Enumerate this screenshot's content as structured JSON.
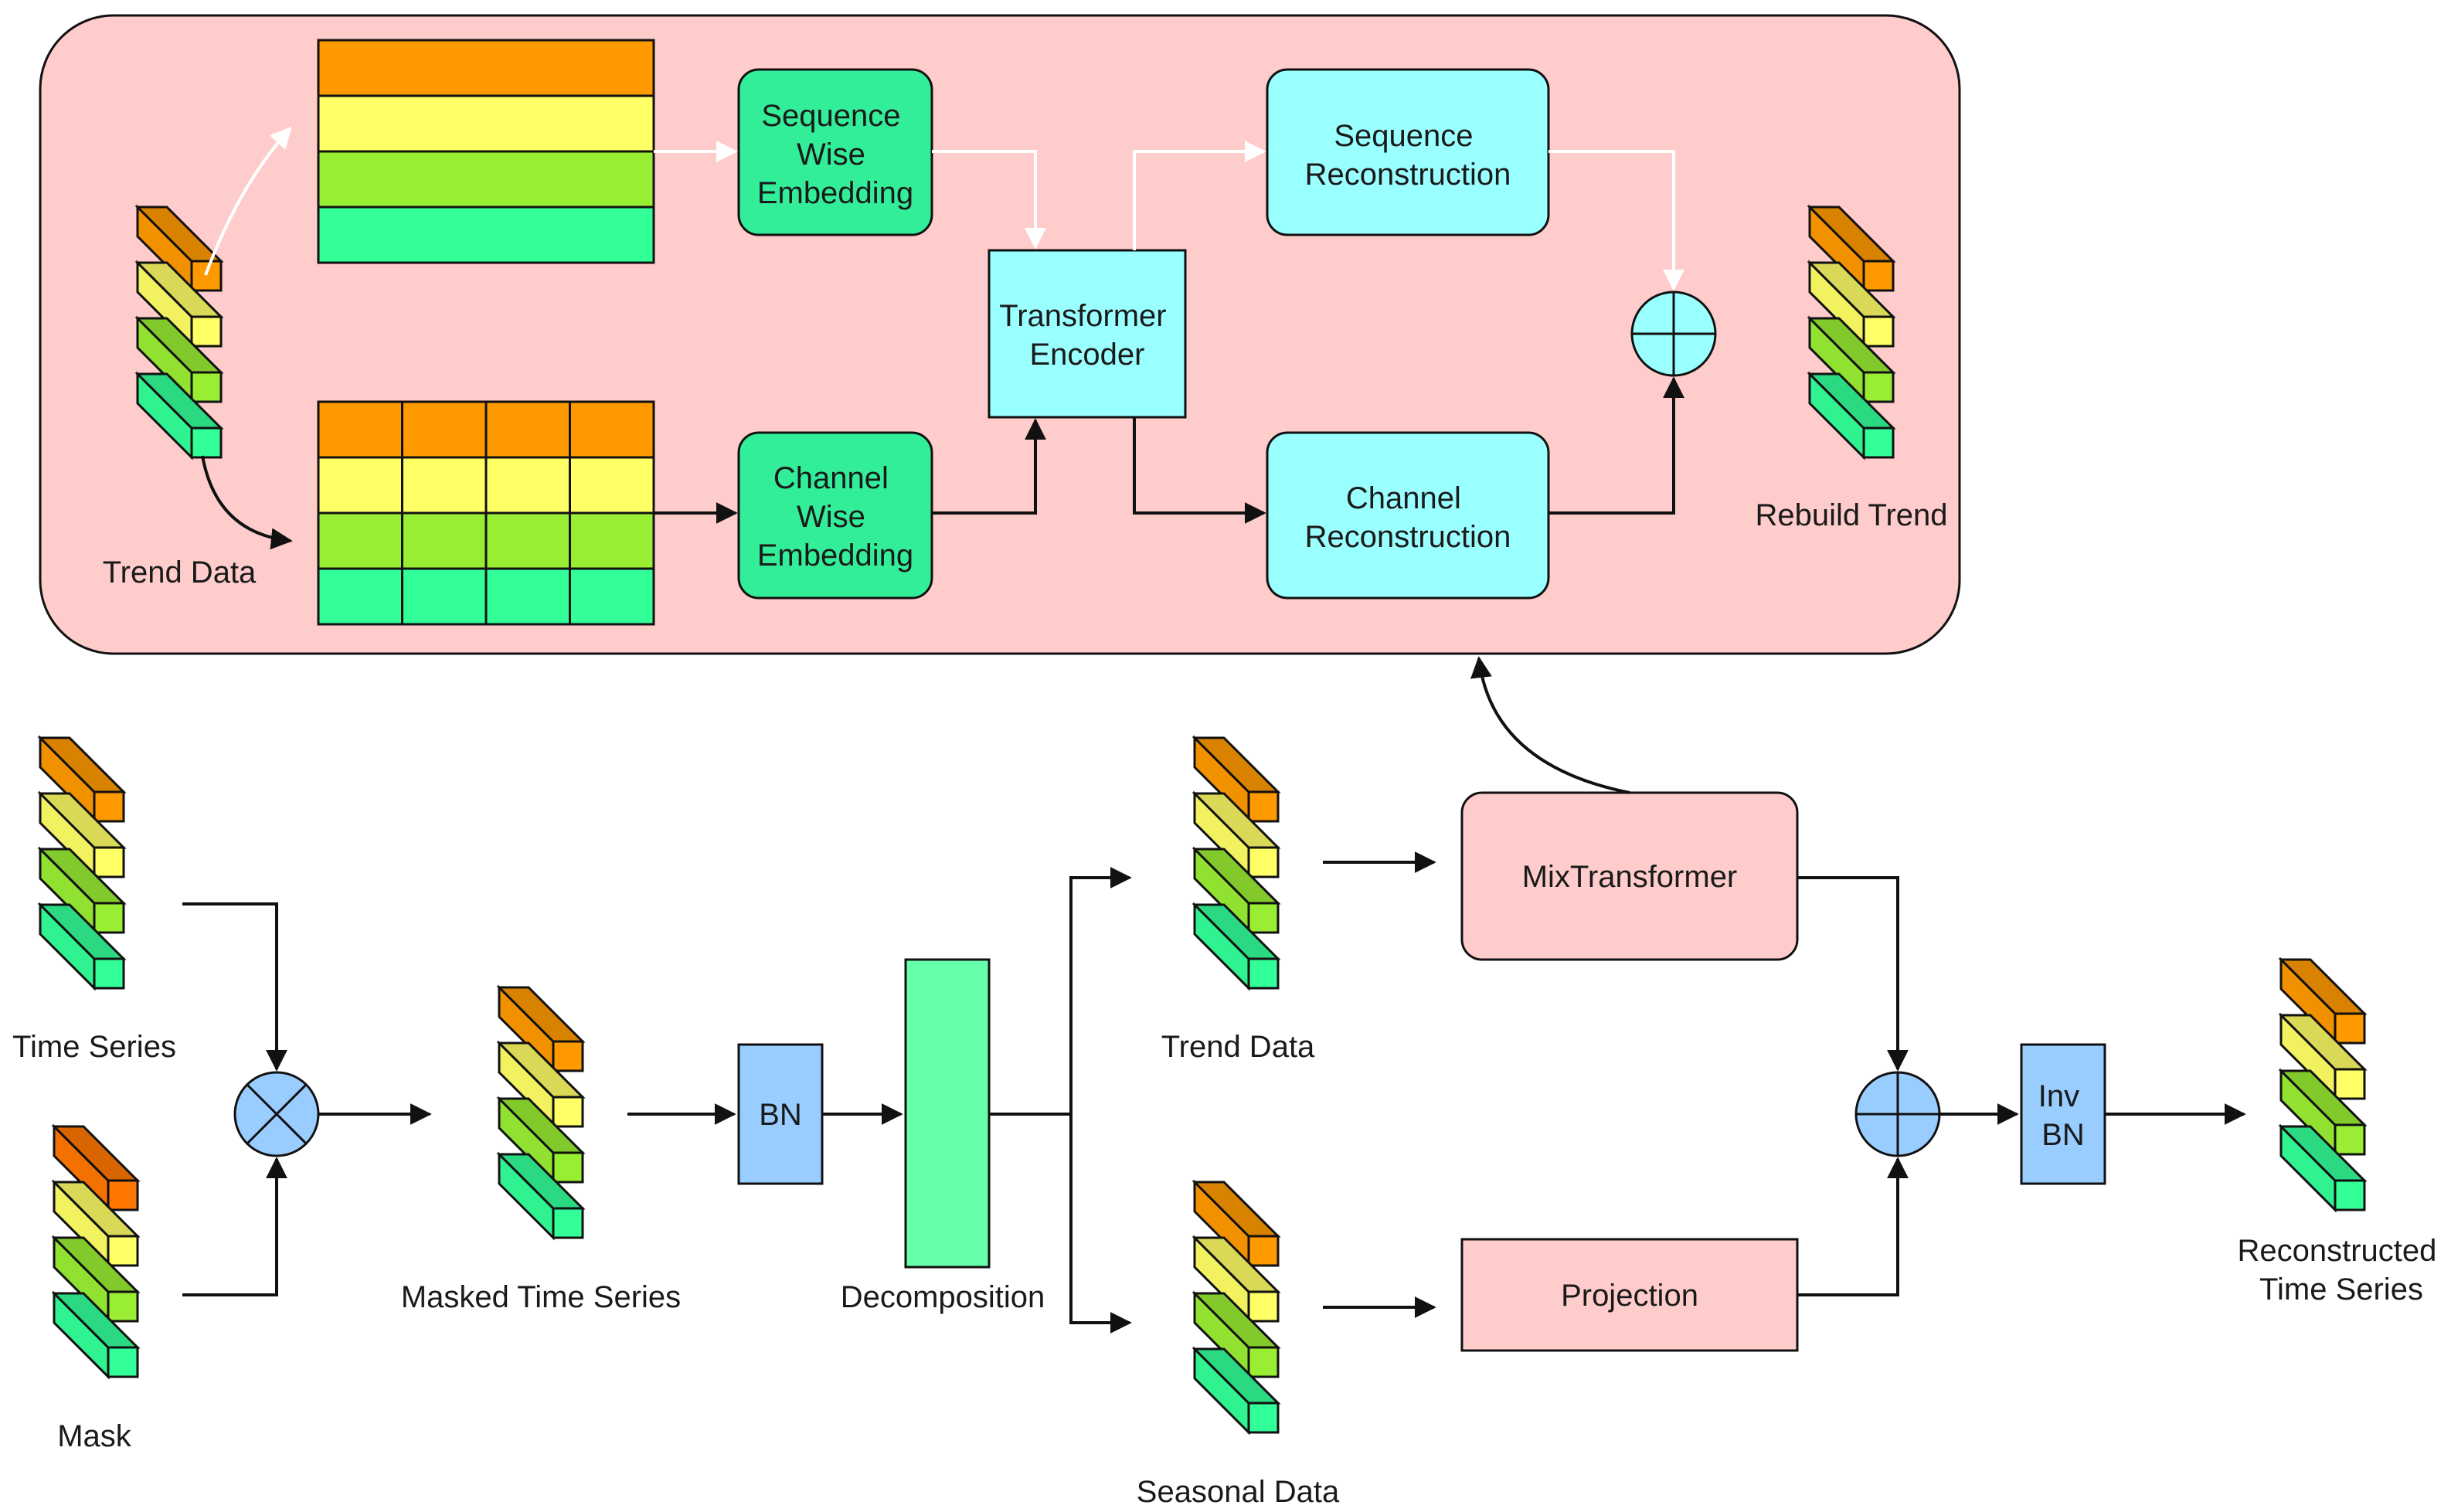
{
  "colors": {
    "panel_fill": "#ffcccc",
    "green_box": "#33ee99",
    "cyan_box": "#99ffff",
    "blue_box": "#99ccff",
    "pink_box": "#ffcccc",
    "decomp_fill": "#66ffaa",
    "stripe_orange": "#ff9900",
    "stripe_yellow": "#ffff66",
    "stripe_lime": "#99ee33",
    "stripe_green": "#33ff99"
  },
  "panel": {
    "trend_data_label": "Trend Data",
    "sequence_wise_embedding": "Sequence Wise Embedding",
    "channel_wise_embedding": "Channel Wise Embedding",
    "transformer_encoder": "Transformer Encoder",
    "sequence_reconstruction": "Sequence Reconstruction",
    "channel_reconstruction": "Channel Reconstruction",
    "rebuild_trend_label": "Rebuild Trend"
  },
  "pipeline": {
    "time_series_label": "Time Series",
    "mask_label": "Mask",
    "masked_time_series_label": "Masked Time Series",
    "bn": "BN",
    "decomposition_label": "Decomposition",
    "trend_data_label": "Trend Data",
    "seasonal_data_label": "Seasonal Data",
    "mixtransformer": "MixTransformer",
    "projection": "Projection",
    "inv_bn": "Inv BN",
    "reconstructed_label": "Reconstructed Time Series"
  }
}
